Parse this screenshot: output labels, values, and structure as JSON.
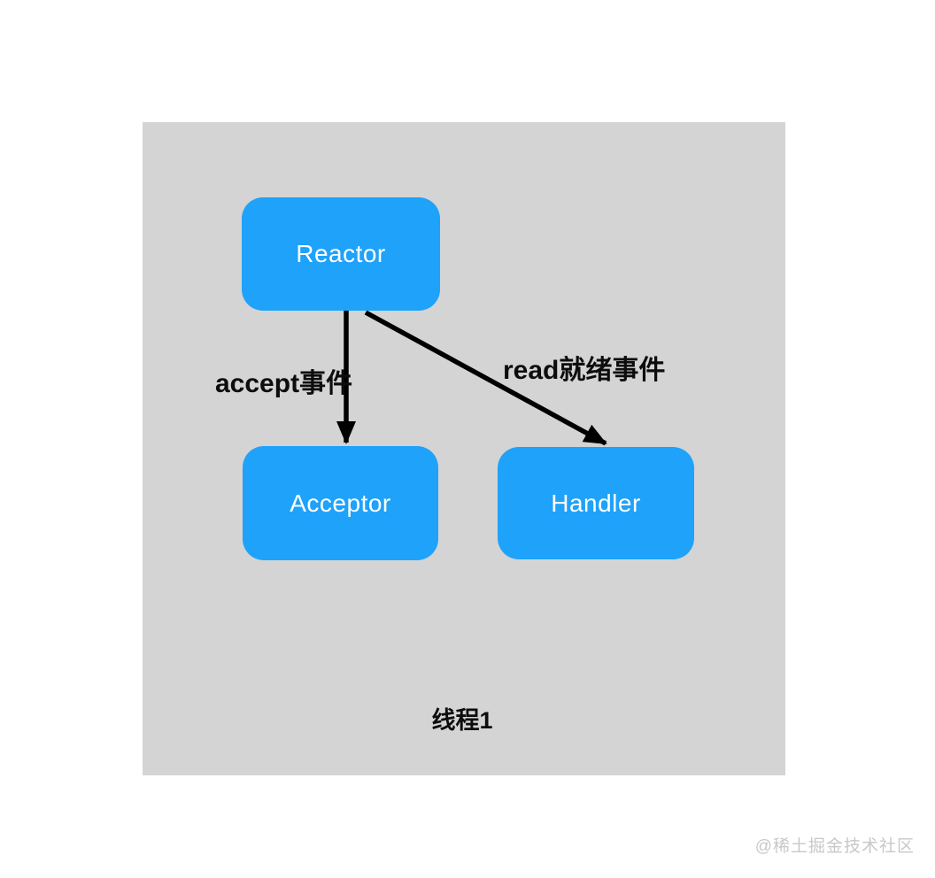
{
  "diagram": {
    "nodes": [
      {
        "id": "reactor",
        "label": "Reactor"
      },
      {
        "id": "acceptor",
        "label": "Acceptor"
      },
      {
        "id": "handler",
        "label": "Handler"
      }
    ],
    "edges": [
      {
        "from": "reactor",
        "to": "acceptor",
        "label": "accept事件"
      },
      {
        "from": "reactor",
        "to": "handler",
        "label": "read就绪事件"
      }
    ],
    "caption": "线程1"
  },
  "watermark": "@稀土掘金技术社区",
  "colors": {
    "node_fill": "#1ea2fa",
    "node_text": "#ffffff",
    "panel_bg": "#d4d4d4",
    "arrow": "#000000",
    "label_text": "#0d0d0d",
    "watermark_text": "#c8c8c8",
    "page_bg": "#ffffff"
  }
}
